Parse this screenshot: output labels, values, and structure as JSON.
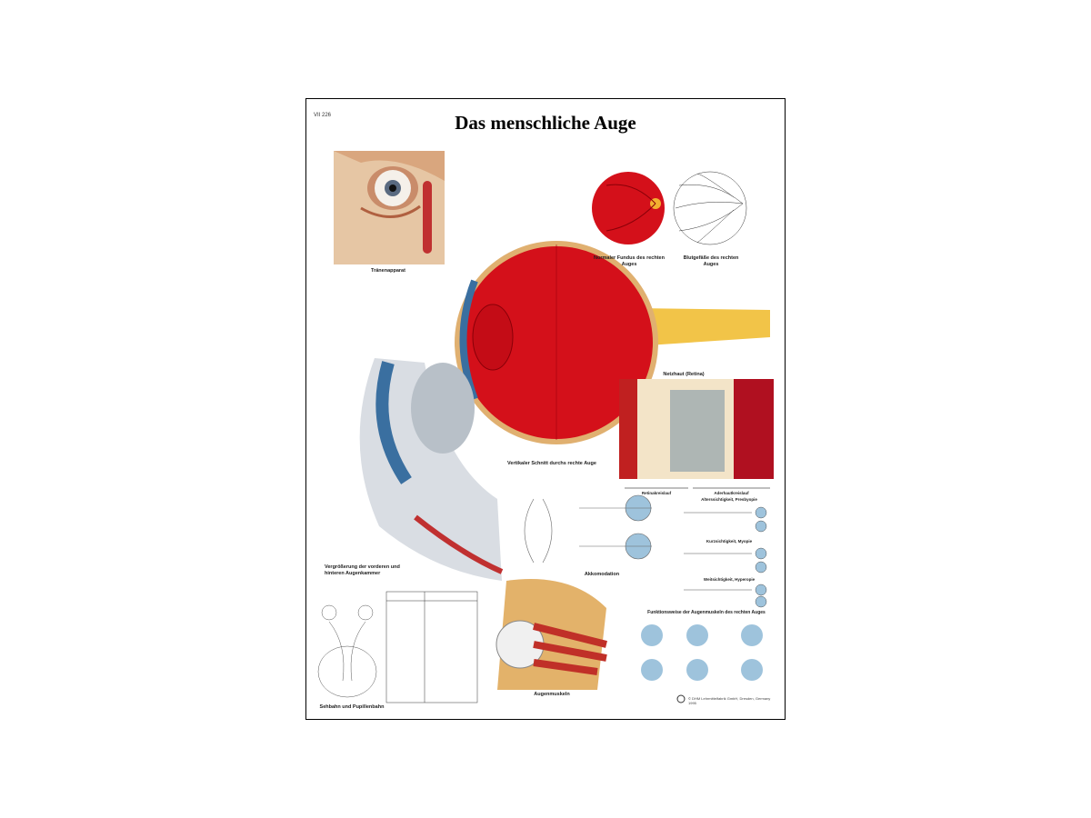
{
  "poster": {
    "code": "VII 226",
    "title": "Das menschliche Auge",
    "captions": {
      "lacrimal": "Tränenapparat",
      "fundus": "Normaler Fundus des rechten Auges",
      "vessels": "Blutgefäße des rechten Auges",
      "vertical_section": "Vertikaler Schnitt durchs rechte Auge",
      "retina": "Netzhaut (Retina)",
      "retina_circ": "Retinakreislauf",
      "choroid_circ": "Aderhautkreislauf",
      "chambers": "Vergrößerung der vorderen und hinteren Augenkammer",
      "accommodation": "Akkomodation",
      "presbyopia": "Alterssichtigkeit, Presbyopie",
      "myopia": "Kurzsichtigkeit, Myopie",
      "hyperopia": "Weitsichtigkeit, Hyperopie",
      "muscles": "Augenmuskeln",
      "muscle_function": "Funktionsweise der Augenmuskeln des rechten Auges",
      "pathway": "Sehbahn und Pupillenbahn"
    },
    "copyright": "© DHM Lehrmittelfabrik GmbH, Dresden, Germany 1995",
    "colors": {
      "red": "#d4101a",
      "skin": "#e8c9a8",
      "nerve": "#f2c448",
      "blue": "#9ec3dc"
    }
  }
}
